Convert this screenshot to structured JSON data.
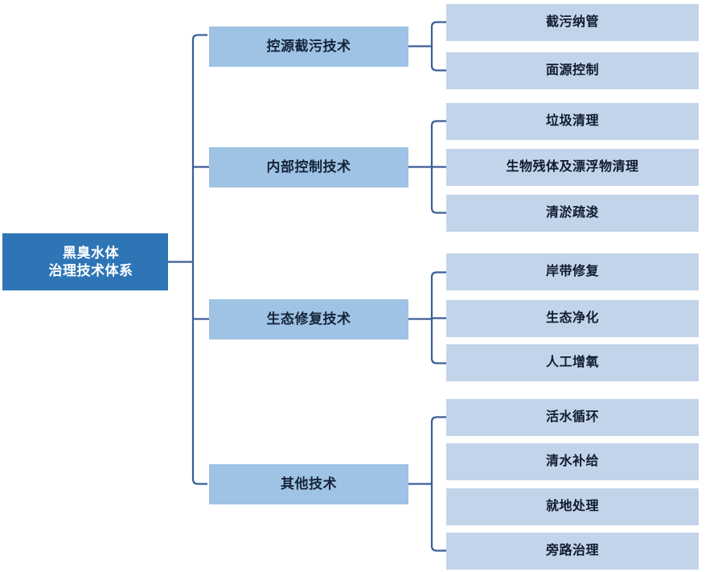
{
  "diagram": {
    "type": "organizational-tree",
    "orientation": "left-to-right",
    "title_text": "黑臭水体\n治理技术体系",
    "colors": {
      "root_fill": "#2E75B6",
      "root_text": "#FFFFFF",
      "branch_fill": "#9EC3E4",
      "branch_text": "#16243A",
      "leaf_fill": "#C2D4EA",
      "leaf_text": "#101C2E",
      "connector": "#3B5E96",
      "background": "#FFFFFF"
    },
    "root": {
      "label": "黑臭水体\n治理技术体系"
    },
    "branches": [
      {
        "label": "控源截污技术",
        "leaves": [
          {
            "label": "截污纳管"
          },
          {
            "label": "面源控制"
          }
        ]
      },
      {
        "label": "内部控制技术",
        "leaves": [
          {
            "label": "垃圾清理"
          },
          {
            "label": "生物残体及漂浮物清理"
          },
          {
            "label": "清淤疏浚"
          }
        ]
      },
      {
        "label": "生态修复技术",
        "leaves": [
          {
            "label": "岸带修复"
          },
          {
            "label": "生态净化"
          },
          {
            "label": "人工增氧"
          }
        ]
      },
      {
        "label": "其他技术",
        "leaves": [
          {
            "label": "活水循环"
          },
          {
            "label": "清水补给"
          },
          {
            "label": "就地处理"
          },
          {
            "label": "旁路治理"
          }
        ]
      }
    ]
  }
}
